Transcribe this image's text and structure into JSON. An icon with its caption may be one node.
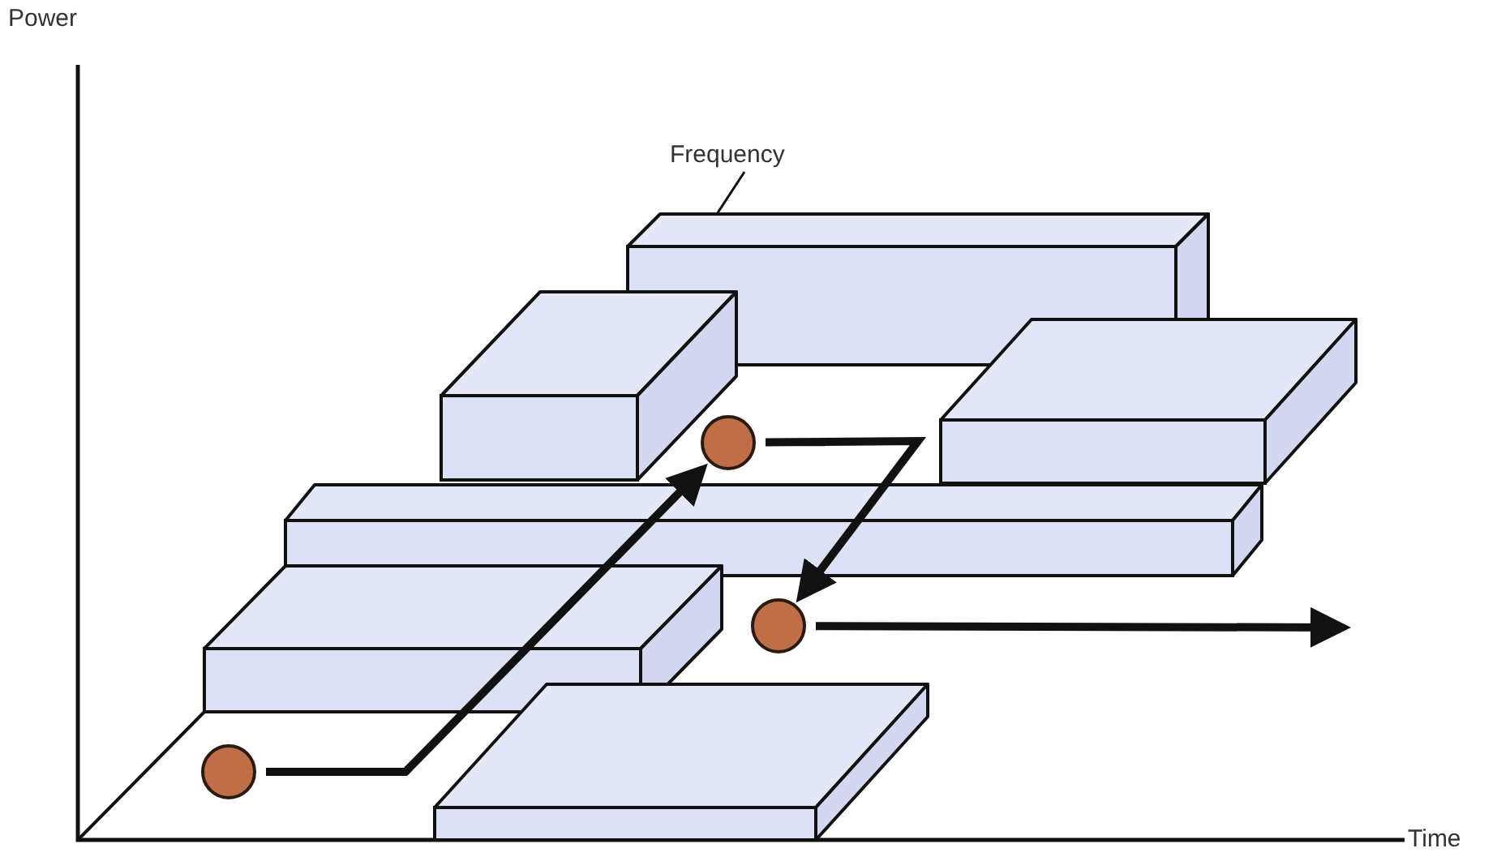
{
  "diagram": {
    "nodes": [
      {
        "text": [
          "Frequency"
        ]
      },
      {
        "text": [],
        "shape": "box"
      },
      {
        "text": [],
        "shape": "circle"
      },
      {
        "text": [],
        "shape": "circle"
      },
      {
        "text": [],
        "shape": "circle"
      }
    ],
    "edges": [
      {
        "from": 0,
        "to": 1,
        "arrow": "none"
      },
      {
        "from": 2,
        "to": 3,
        "arrow": "to"
      },
      {
        "from": 3,
        "to": 4,
        "arrow": "to"
      },
      {
        "from": 4,
        "to": null,
        "arrow": "to"
      }
    ],
    "labels": [
      "Power",
      "Time"
    ]
  }
}
